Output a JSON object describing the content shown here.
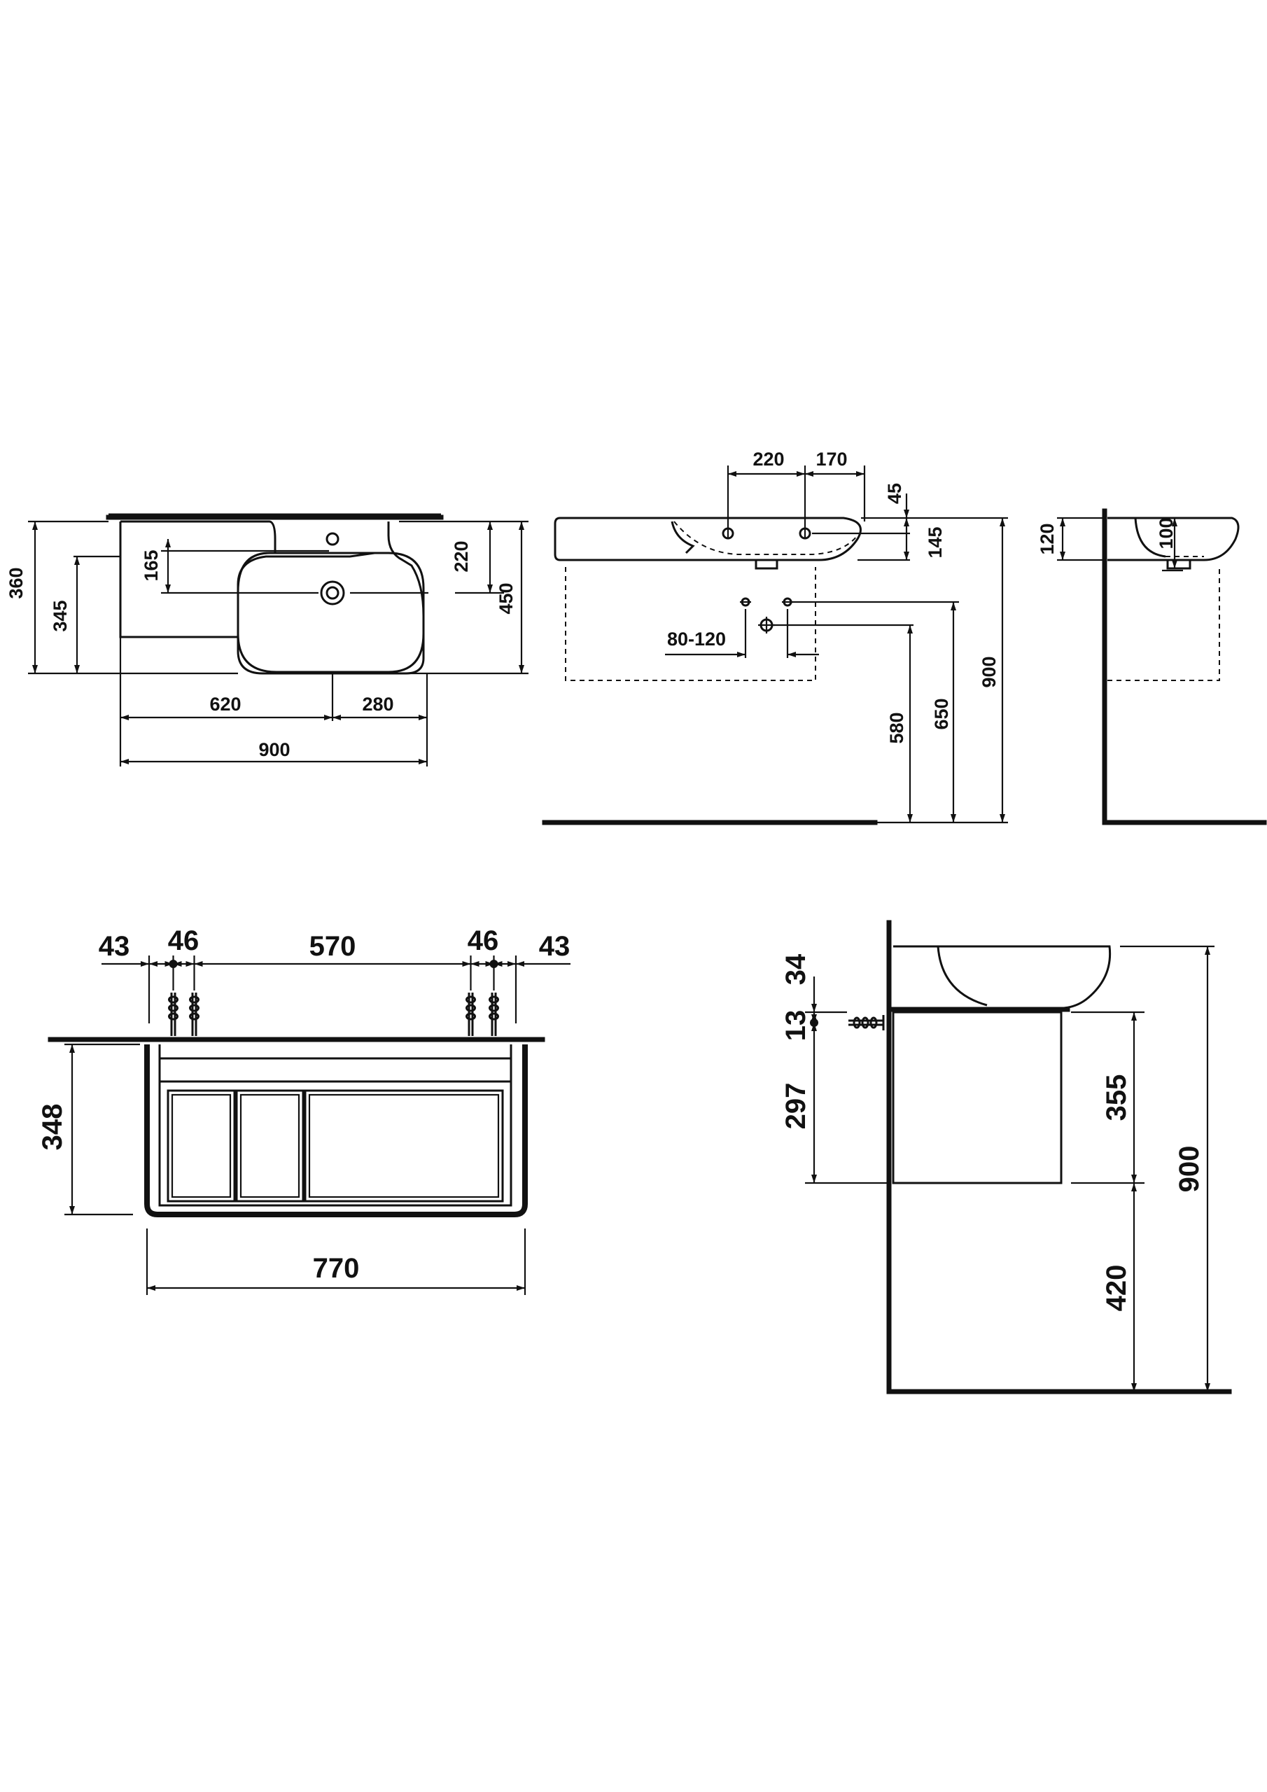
{
  "colors": {
    "ink": "#111111",
    "background": "#ffffff"
  },
  "top_view": {
    "d360": "360",
    "d345": "345",
    "d165": "165",
    "d220": "220",
    "d450": "450",
    "d620": "620",
    "d280": "280",
    "d900": "900"
  },
  "front_basin": {
    "d220": "220",
    "d170": "170",
    "d45": "45",
    "d145": "145",
    "d80_120": "80-120",
    "d580": "580",
    "d650": "650",
    "d900": "900"
  },
  "side_basin": {
    "d120": "120",
    "d100": "100"
  },
  "cabinet_front": {
    "d43_left": "43",
    "d46_left": "46",
    "d570": "570",
    "d46_right": "46",
    "d43_right": "43",
    "d348": "348",
    "d770": "770"
  },
  "cabinet_side": {
    "d34": "34",
    "d13": "13",
    "d297": "297",
    "d355": "355",
    "d420": "420",
    "d900": "900"
  }
}
